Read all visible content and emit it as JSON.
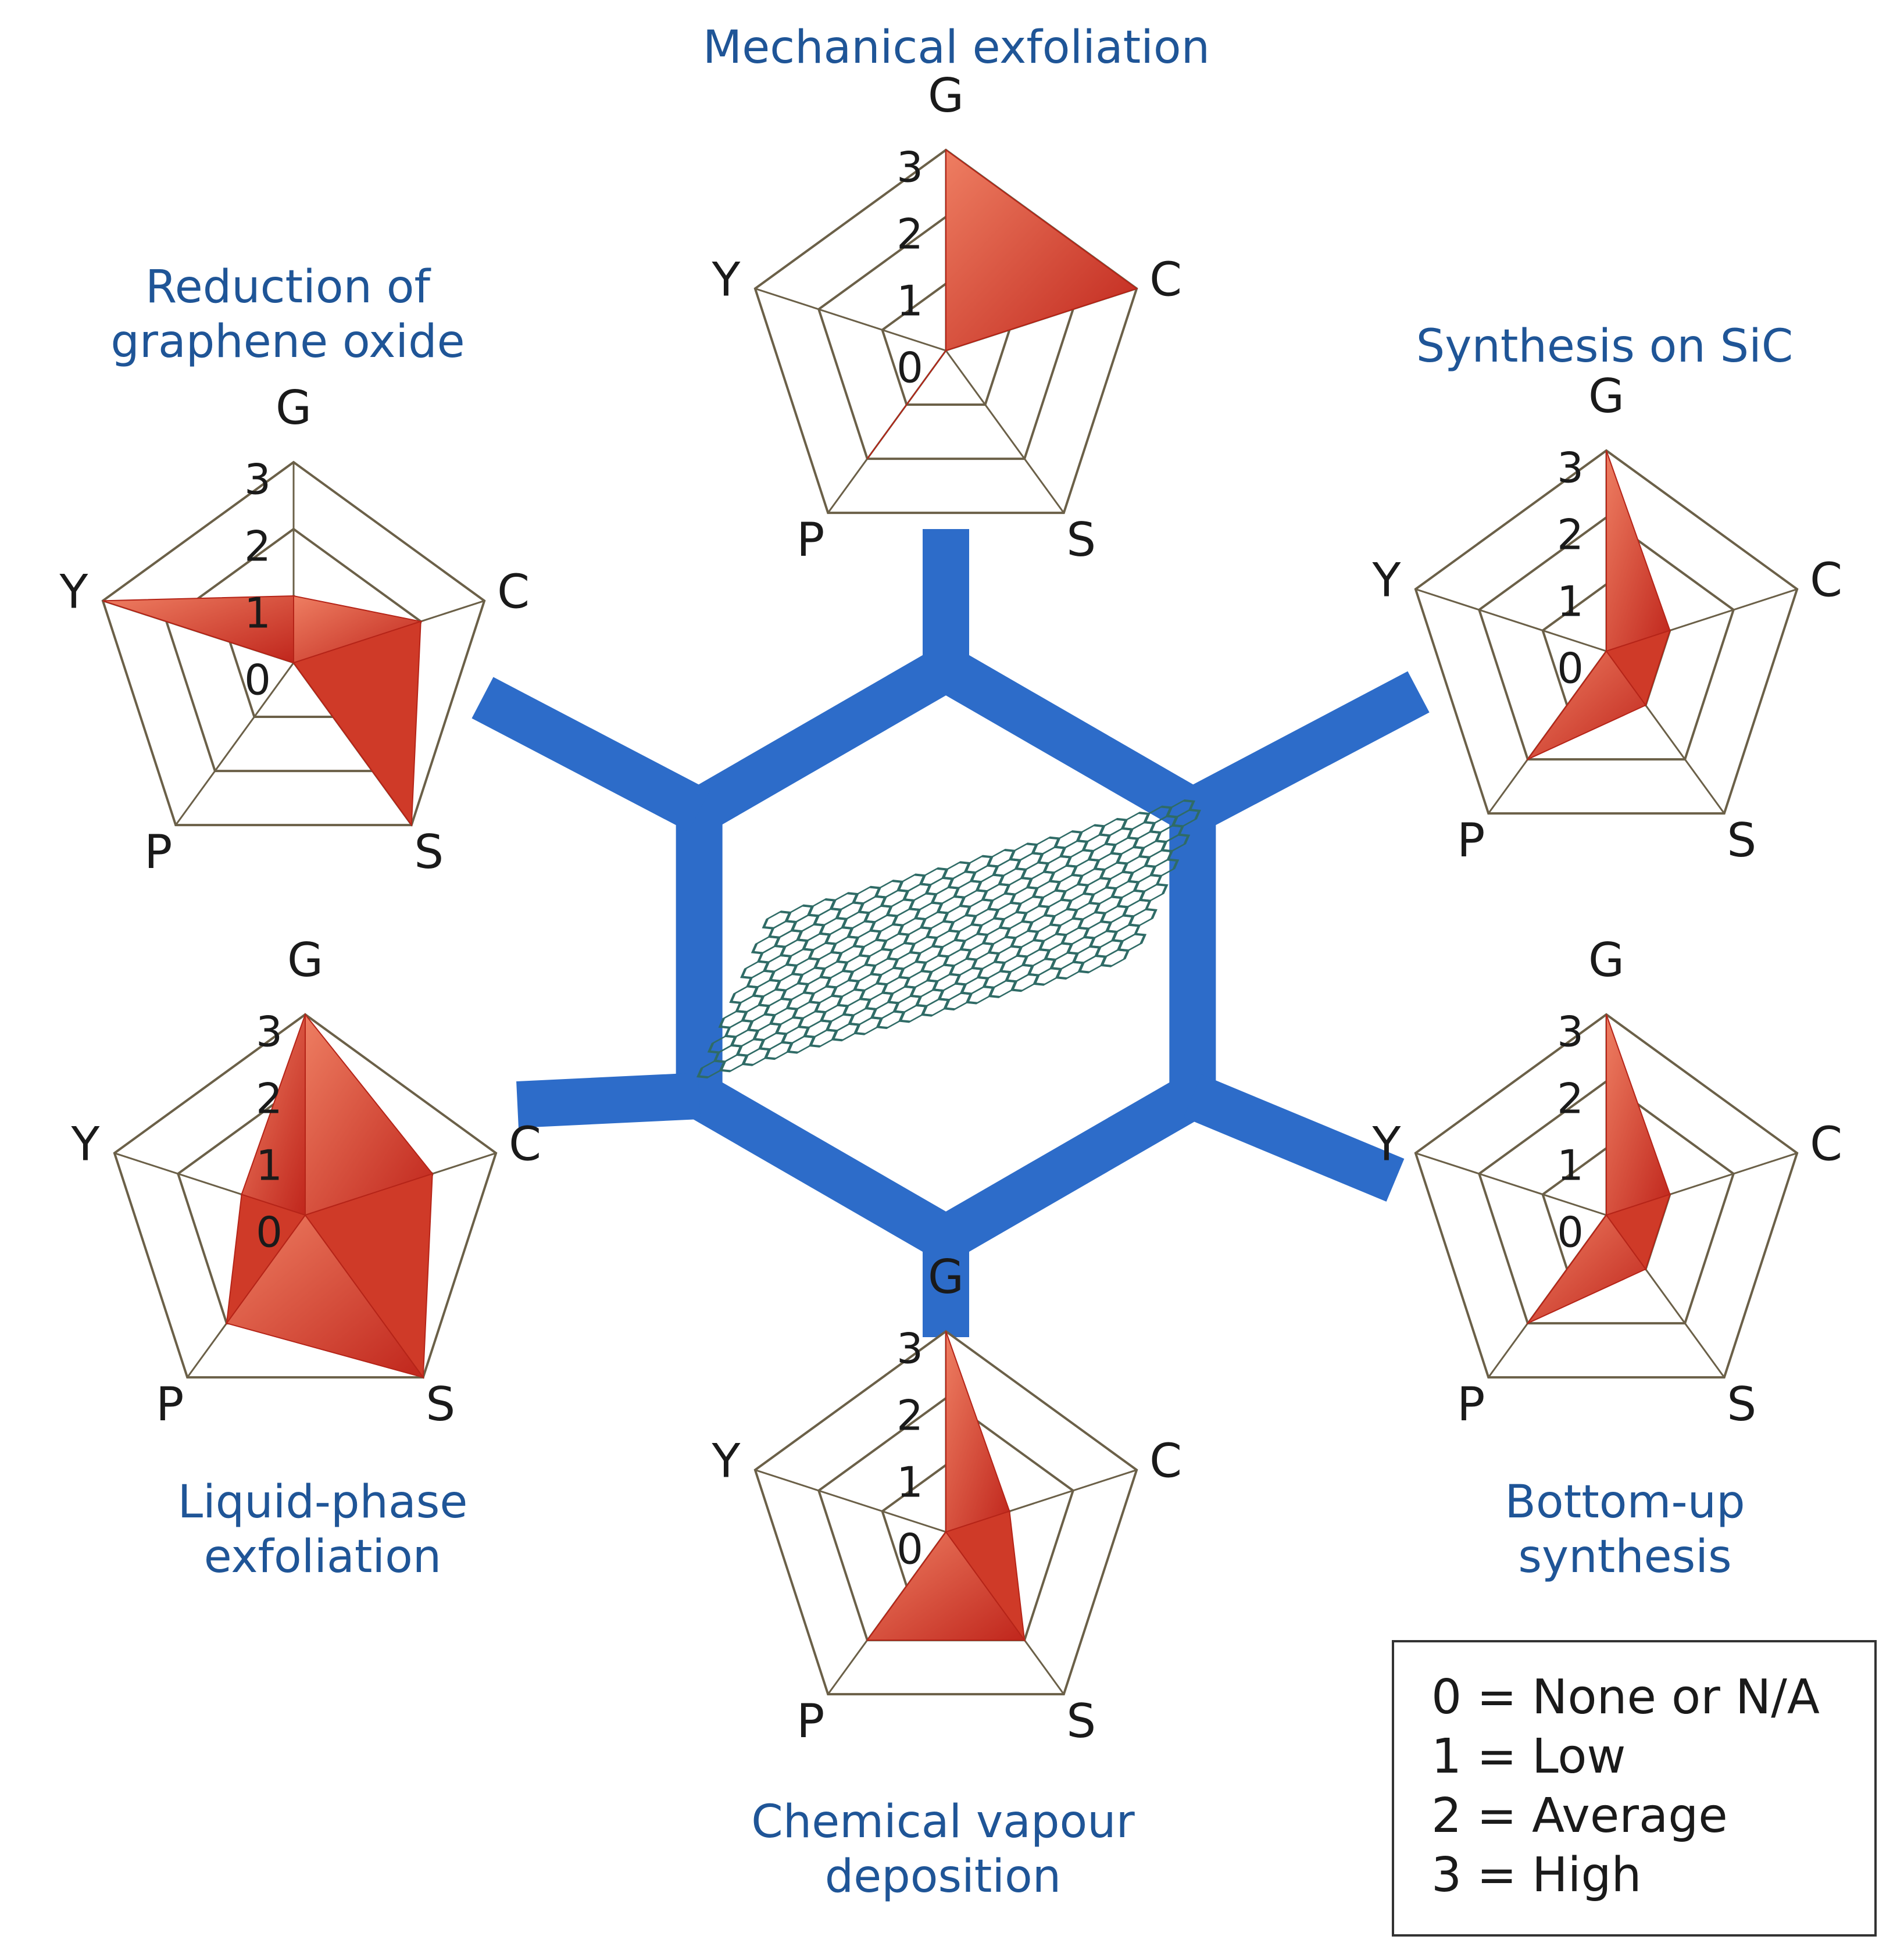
{
  "colors": {
    "frame": "#2d6cc9",
    "fill_light": "#ee7e62",
    "fill_dark": "#c0261c",
    "title": "#1f5597",
    "grid": "#6b6048"
  },
  "center_image": {
    "icon": "graphene-lattice-icon"
  },
  "legend": {
    "entries": [
      "0 = None or N/A",
      "1 = Low",
      "2 = Average",
      "3 = High"
    ]
  },
  "chart_data": [
    {
      "type": "radar",
      "title": [
        "Mechanical exfoliation"
      ],
      "axes": [
        "G",
        "C",
        "S",
        "P",
        "Y"
      ],
      "ticks": [
        "3",
        "2",
        "1",
        "0"
      ],
      "range": [
        0,
        3
      ],
      "values": [
        3,
        3,
        0,
        2,
        0
      ]
    },
    {
      "type": "radar",
      "title": [
        "Synthesis on SiC"
      ],
      "axes": [
        "G",
        "C",
        "S",
        "P",
        "Y"
      ],
      "ticks": [
        "3",
        "2",
        "1",
        "0"
      ],
      "range": [
        0,
        3
      ],
      "values": [
        3,
        1,
        1,
        2,
        0
      ]
    },
    {
      "type": "radar",
      "title": [
        "Bottom-up",
        "synthesis"
      ],
      "axes": [
        "G",
        "C",
        "S",
        "P",
        "Y"
      ],
      "ticks": [
        "3",
        "2",
        "1",
        "0"
      ],
      "range": [
        0,
        3
      ],
      "values": [
        3,
        1,
        1,
        2,
        0
      ]
    },
    {
      "type": "radar",
      "title": [
        "Chemical vapour",
        "deposition"
      ],
      "axes": [
        "G",
        "C",
        "S",
        "P",
        "Y"
      ],
      "ticks": [
        "3",
        "2",
        "1",
        "0"
      ],
      "range": [
        0,
        3
      ],
      "values": [
        3,
        1,
        2,
        2,
        0
      ]
    },
    {
      "type": "radar",
      "title": [
        "Liquid-phase",
        "exfoliation"
      ],
      "axes": [
        "G",
        "C",
        "S",
        "P",
        "Y"
      ],
      "ticks": [
        "3",
        "2",
        "1",
        "0"
      ],
      "range": [
        0,
        3
      ],
      "values": [
        3,
        2,
        3,
        2,
        1
      ]
    },
    {
      "type": "radar",
      "title": [
        "Reduction of",
        "graphene oxide"
      ],
      "axes": [
        "G",
        "C",
        "S",
        "P",
        "Y"
      ],
      "ticks": [
        "3",
        "2",
        "1",
        "0"
      ],
      "range": [
        0,
        3
      ],
      "values": [
        1,
        2,
        3,
        0,
        3
      ]
    }
  ]
}
